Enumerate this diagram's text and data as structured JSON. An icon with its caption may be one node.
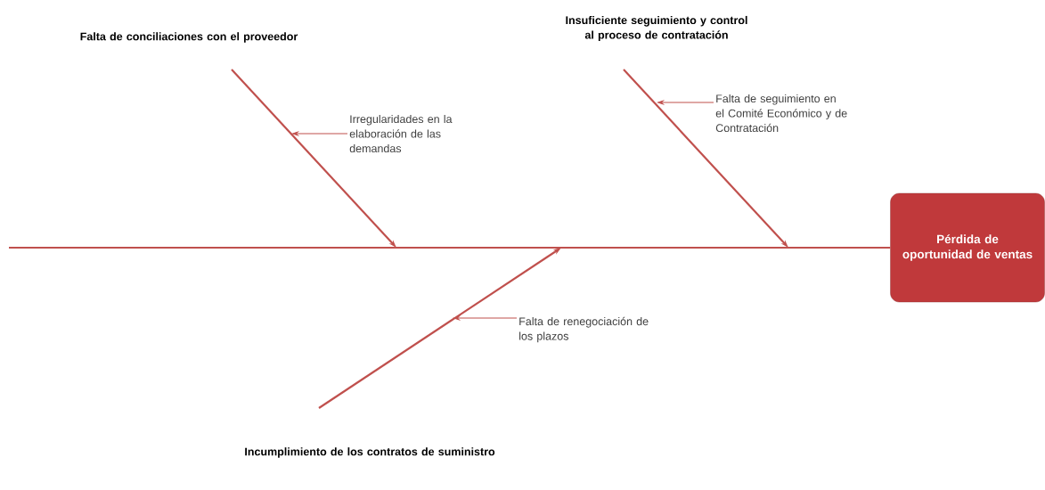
{
  "diagram": {
    "nodes": [
      {
        "text": [
          "Falta de conciliaciones con el proveedor"
        ]
      },
      {
        "text": [
          "Insuficiente seguimiento y control al proceso de contratación"
        ]
      },
      {
        "text": [
          "Incumplimiento de los contratos de suministro"
        ]
      },
      {
        "text": [
          "Pérdida de oportunidad de ventas"
        ]
      },
      {
        "text": [
          "Irregularidades en la elaboración de las demandas"
        ]
      },
      {
        "text": [
          "Falta de seguimiento en el Comité Económico y de Contratación"
        ]
      },
      {
        "text": [
          "Falta de renegociación de los plazos"
        ]
      }
    ],
    "edges": [
      {
        "from": null,
        "to": 3,
        "arrow": "none"
      },
      {
        "from": 0,
        "to": null,
        "arrow": "to"
      },
      {
        "from": 1,
        "to": null,
        "arrow": "to"
      },
      {
        "from": 2,
        "to": null,
        "arrow": "to"
      },
      {
        "from": 4,
        "to": null,
        "arrow": "to"
      },
      {
        "from": 5,
        "to": null,
        "arrow": "to"
      },
      {
        "from": 6,
        "to": null,
        "arrow": "to"
      }
    ]
  }
}
